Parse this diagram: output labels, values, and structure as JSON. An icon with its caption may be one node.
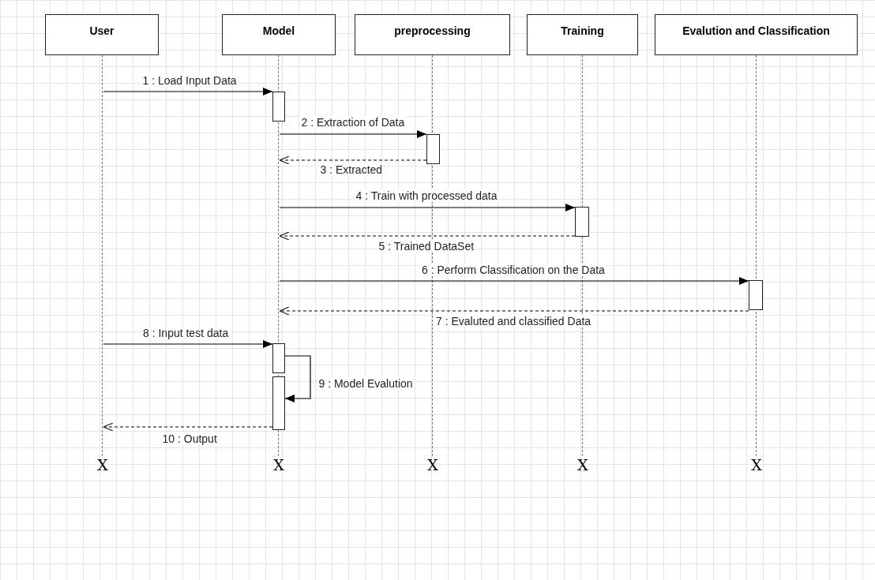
{
  "diagram": {
    "nodes": [
      {
        "text": [
          "User"
        ]
      },
      {
        "text": [
          "Model"
        ]
      },
      {
        "text": [
          "preprocessing"
        ]
      },
      {
        "text": [
          "Training"
        ]
      },
      {
        "text": [
          "Evalution and Classification"
        ]
      },
      {
        "text": [],
        "shape": "line"
      },
      {
        "text": [],
        "shape": "line"
      },
      {
        "text": [],
        "shape": "line"
      },
      {
        "text": [],
        "shape": "line"
      },
      {
        "text": [],
        "shape": "line"
      },
      {
        "text": [],
        "shape": "bar"
      },
      {
        "text": [],
        "shape": "bar"
      },
      {
        "text": [],
        "shape": "bar"
      },
      {
        "text": [],
        "shape": "bar"
      },
      {
        "text": [],
        "shape": "bar"
      },
      {
        "text": [],
        "shape": "bar"
      },
      {
        "text": [
          "X"
        ]
      },
      {
        "text": [
          "X"
        ]
      },
      {
        "text": [
          "X"
        ]
      },
      {
        "text": [
          "X"
        ]
      },
      {
        "text": [
          "X"
        ]
      }
    ],
    "edges": [
      {
        "from": 5,
        "to": 10,
        "arrow": "to",
        "label": "1 : Load Input Data"
      },
      {
        "from": 6,
        "to": 11,
        "arrow": "to",
        "label": "2 : Extraction of Data"
      },
      {
        "from": 11,
        "to": 6,
        "arrow": "to",
        "style": "dashed",
        "label": "3 : Extracted"
      },
      {
        "from": 6,
        "to": 12,
        "arrow": "to",
        "label": "4 : Train with processed data"
      },
      {
        "from": 12,
        "to": 6,
        "arrow": "to",
        "style": "dashed",
        "label": "5 : Trained DataSet"
      },
      {
        "from": 6,
        "to": 13,
        "arrow": "to",
        "label": "6 : Perform Classification on the Data"
      },
      {
        "from": 13,
        "to": 6,
        "arrow": "to",
        "style": "dashed",
        "label": "7 : Evaluted and classified Data"
      },
      {
        "from": 5,
        "to": 14,
        "arrow": "to",
        "label": "8 : Input test data"
      },
      {
        "from": 14,
        "to": 15,
        "arrow": "to",
        "label": "9 : Model Evalution"
      },
      {
        "from": 15,
        "to": 5,
        "arrow": "to",
        "style": "dashed",
        "label": "10 : Output"
      }
    ]
  }
}
